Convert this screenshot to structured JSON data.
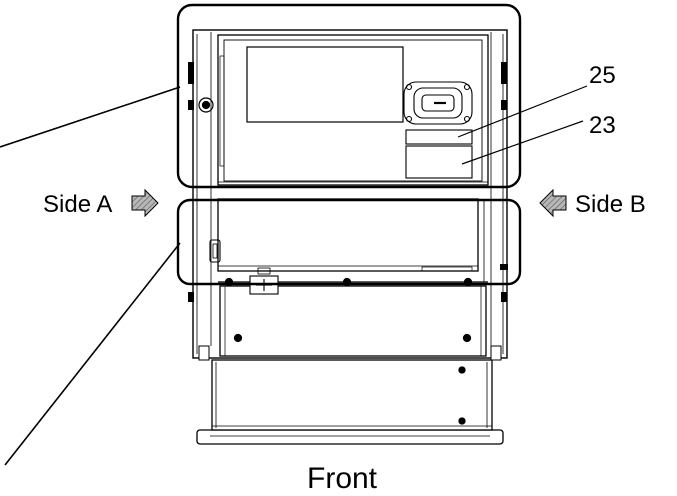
{
  "labels": {
    "callout_25": "25",
    "callout_23": "23",
    "side_a": "Side A",
    "side_b": "Side B",
    "front": "Front"
  },
  "colors": {
    "stroke": "#000000",
    "arrow_fill": "#8c8c8c",
    "background": "#ffffff"
  },
  "icons": {
    "side_a_arrow": "arrow-right-icon",
    "side_b_arrow": "arrow-left-icon"
  }
}
